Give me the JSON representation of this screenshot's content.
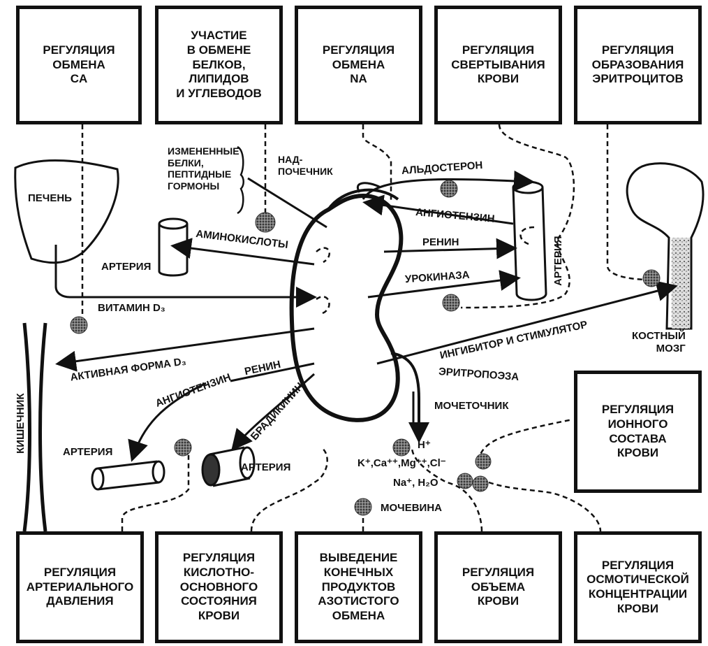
{
  "top_boxes": [
    "Регуляция\nобмена\nCa",
    "Участие\nв обмене\nбелков,\nлипидов\nи углеводов",
    "Регуляция\nобмена\nNa",
    "Регуляция\nсвертывания\nкрови",
    "Регуляция\nобразования\nэритроцитов"
  ],
  "bottom_boxes": [
    "Регуляция\nартериального\nдавления",
    "Регуляция\nкислотно-\nосновного\nсостояния\nкрови",
    "Выведение\nконечных\nпродуктов\nазотистого\nобмена",
    "Регуляция\nобъема\nкрови",
    "Регуляция\nосмотической\nконцентрации\nкрови"
  ],
  "right_box": "Регуляция\nионного\nсостава\nкрови",
  "labels": {
    "liver": "Печень",
    "proteins": "Измененные\nбелки,\nпептидные\nгормоны",
    "adrenal": "Над-\nпочечник",
    "aldosterone": "Альдостерон",
    "angiotensin_top": "Ангиотензин",
    "renin_top": "Ренин",
    "urokinase": "Урокиназа",
    "artery_right": "Артерия",
    "amino": "Аминокислоты",
    "artery_left": "Артерия",
    "vitamin": "Витамин D₃",
    "intestine": "Кишечник",
    "active_d": "Активная  форма D₃",
    "renin_bottom": "Ренин",
    "angiotensin_bottom": "Ангиотензин",
    "bradykinin": "Брадикинин",
    "artery_bl": "Артерия",
    "artery_bc": "Артерия",
    "inhibitor": "Ингибитор и стимулятор",
    "erythro": "Эритропоэза",
    "marrow": "Костный\nмозг",
    "ureter": "Мочеточник",
    "h_ion": "H⁺",
    "ions": "K⁺,Ca⁺⁺,Mg⁺⁺,Cl⁻",
    "na_h2o": "Na⁺, H₂O",
    "urea": "Мочевина"
  }
}
